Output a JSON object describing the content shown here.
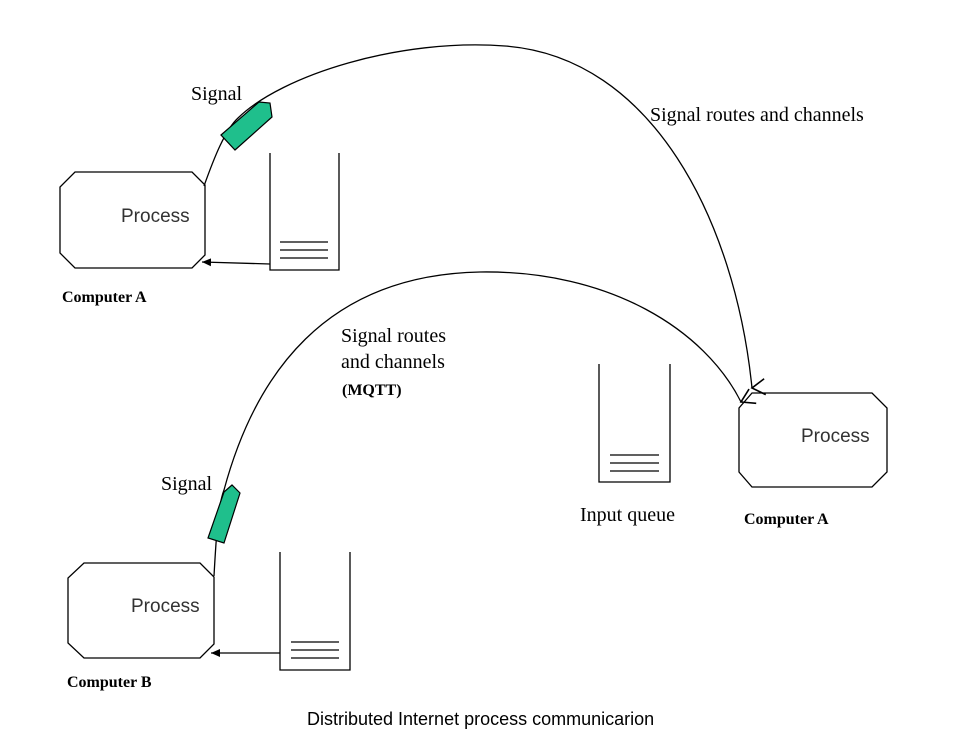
{
  "diagram": {
    "caption": "Distributed Internet process communicarion",
    "nodes": {
      "process_top_left": {
        "label": "Process",
        "computer": "Computer A"
      },
      "process_right": {
        "label": "Process",
        "computer": "Computer A"
      },
      "process_bottom_left": {
        "label": "Process",
        "computer": "Computer B"
      }
    },
    "signals": {
      "top": {
        "label": "Signal"
      },
      "bottom": {
        "label": "Signal"
      }
    },
    "routes": {
      "top": {
        "label": "Signal routes and channels"
      },
      "bottom": {
        "line1": "Signal routes",
        "line2": "and channels",
        "line3": "(MQTT)"
      }
    },
    "input_queue": {
      "label": "Input queue"
    },
    "colors": {
      "signal_fill": "#1fbf8c",
      "stroke": "#000000"
    }
  }
}
